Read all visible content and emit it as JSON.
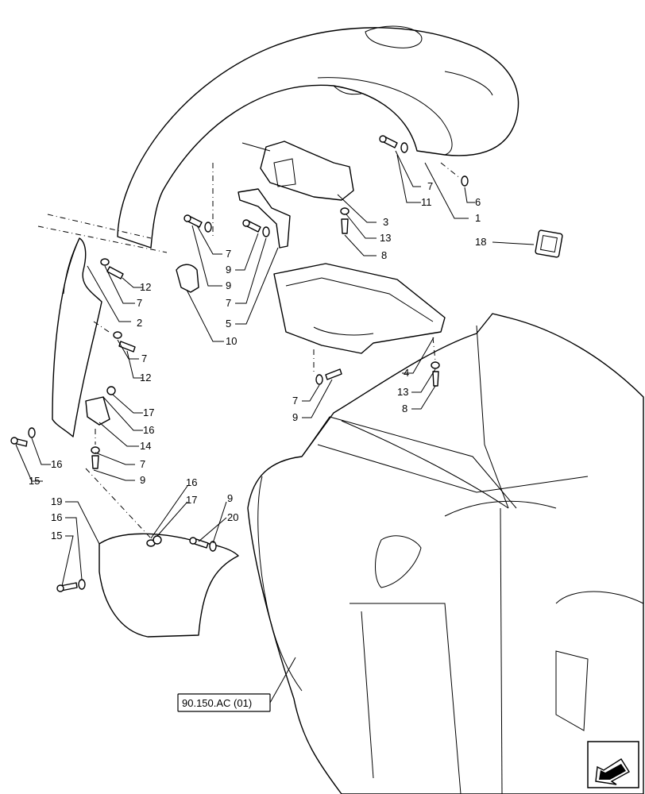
{
  "labels": {
    "l1": "1",
    "l2": "2",
    "l3": "3",
    "l4": "4",
    "l5": "5",
    "l6": "6",
    "l7a": "7",
    "l7b": "7",
    "l7c": "7",
    "l7d": "7",
    "l7e": "7",
    "l7f": "7",
    "l7g": "7",
    "l8a": "8",
    "l8b": "8",
    "l9a": "9",
    "l9b": "9",
    "l9c": "9",
    "l9d": "9",
    "l9e": "9",
    "l10": "10",
    "l11": "11",
    "l12a": "12",
    "l12b": "12",
    "l13a": "13",
    "l13b": "13",
    "l14": "14",
    "l15a": "15",
    "l15b": "15",
    "l16a": "16",
    "l16b": "16",
    "l16c": "16",
    "l16d": "16",
    "l17a": "17",
    "l17b": "17",
    "l18": "18",
    "l19": "19",
    "l20": "20"
  },
  "reference": {
    "label": "90.150.AC (01)"
  },
  "nav_icon": "next-page-arrow-icon"
}
